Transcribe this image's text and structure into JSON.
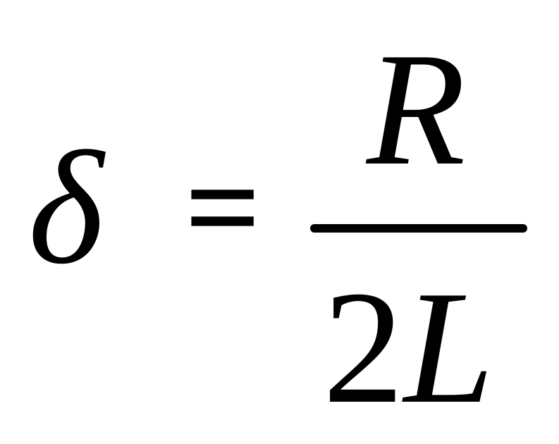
{
  "formula": {
    "lhs": "δ",
    "operator": "=",
    "numerator": "R",
    "denominator_coefficient": "2",
    "denominator_variable": "L"
  }
}
